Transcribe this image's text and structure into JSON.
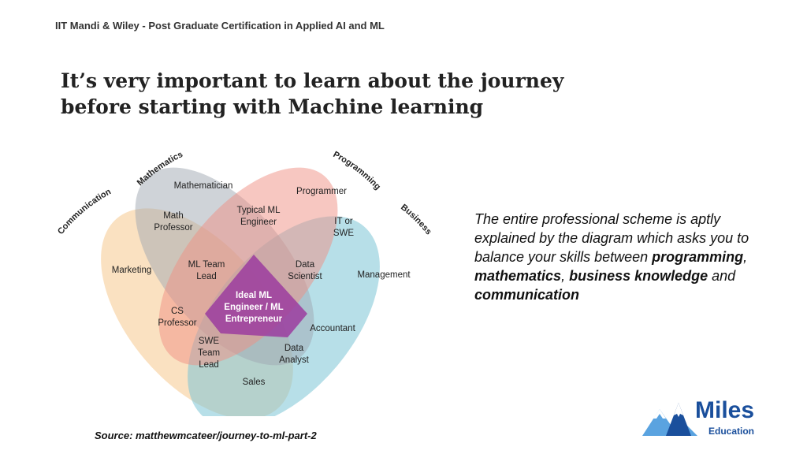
{
  "header": "IIT Mandi & Wiley - Post Graduate Certification in Applied AI and ML",
  "title": {
    "line1": "It’s very important to learn about the journey",
    "line2": "before starting with Machine learning"
  },
  "diagram": {
    "set_labels": {
      "communication": "Communication",
      "mathematics": "Mathematics",
      "programming": "Programming",
      "business": "Business"
    },
    "colors": {
      "communication": "#f6c98e",
      "mathematics": "#9fa8b2",
      "programming": "#ef8f83",
      "business": "#7cc4d5",
      "center": "#9b3c9f"
    },
    "regions": {
      "mathematician": "Mathematician",
      "programmer": "Programmer",
      "typical_ml_1": "Typical ML",
      "typical_ml_2": "Engineer",
      "math_prof_1": "Math",
      "math_prof_2": "Professor",
      "it_swe_1": "IT or",
      "it_swe_2": "SWE",
      "marketing": "Marketing",
      "ml_team_lead_1": "ML Team",
      "ml_team_lead_2": "Lead",
      "data_scientist_1": "Data",
      "data_scientist_2": "Scientist",
      "management": "Management",
      "ideal_1": "Ideal ML",
      "ideal_2": "Engineer / ML",
      "ideal_3": "Entrepreneur",
      "cs_prof_1": "CS",
      "cs_prof_2": "Professor",
      "accountant": "Accountant",
      "swe_team_lead_1": "SWE",
      "swe_team_lead_2": "Team",
      "swe_team_lead_3": "Lead",
      "data_analyst_1": "Data",
      "data_analyst_2": "Analyst",
      "sales": "Sales"
    }
  },
  "description": {
    "intro": "The entire professional scheme is aptly explained by the diagram which asks you to balance your skills between ",
    "programming": "programming",
    "sep1": ", ",
    "mathematics": "mathematics",
    "sep2": ", ",
    "business": "business knowledge",
    "and": " and ",
    "communication": "communication"
  },
  "source": "Source: matthewmcateer/journey-to-ml-part-2",
  "logo": {
    "name": "Miles",
    "sub": "Education"
  }
}
